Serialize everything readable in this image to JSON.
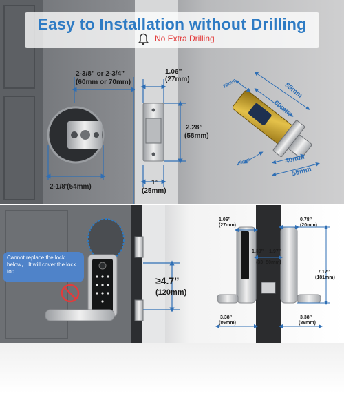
{
  "banner": {
    "title": "Easy to Installation without Drilling",
    "subtitle": "No Extra Drilling"
  },
  "top_dimensions": {
    "backset": "2-3/8” or 2-3/4”",
    "backset_mm": "(60mm or 70mm)",
    "hole_diameter": "2-1/8'(54mm)",
    "faceplate_width": "1.06”",
    "faceplate_width_mm": "(27mm)",
    "faceplate_height": "2.28”",
    "faceplate_height_mm": "(58mm)",
    "plate_width": "1”",
    "plate_width_mm": "(25mm)"
  },
  "latch_dimensions": {
    "d1": "22mm",
    "d2": "85mm",
    "d3": "60mm",
    "d4": "25mm",
    "d5": "40mm",
    "d6": "55mm"
  },
  "bottom_dimensions": {
    "warning": "Cannot replace the lock below， It will cover the lock top",
    "height": "≥4.7’’",
    "height_mm": "(120mm)",
    "left_thickness": "1.06”",
    "left_thickness_mm": "(27mm)",
    "right_thickness": "0.78”",
    "right_thickness_mm": "(20mm)",
    "door_range": "1.30” ~ 1.97”",
    "door_range_mm": "(33~50mm)",
    "total_height": "7.12”",
    "total_height_mm": "(181mm)",
    "left_width": "3.38”",
    "left_width_mm": "(86mm)",
    "right_width": "3.38”",
    "right_width_mm": "(86mm)"
  },
  "colors": {
    "title": "#2e7bc4",
    "subtitle": "#e33b3b",
    "dimension_line": "#2f6fb5",
    "callout": "#4f83c9"
  }
}
